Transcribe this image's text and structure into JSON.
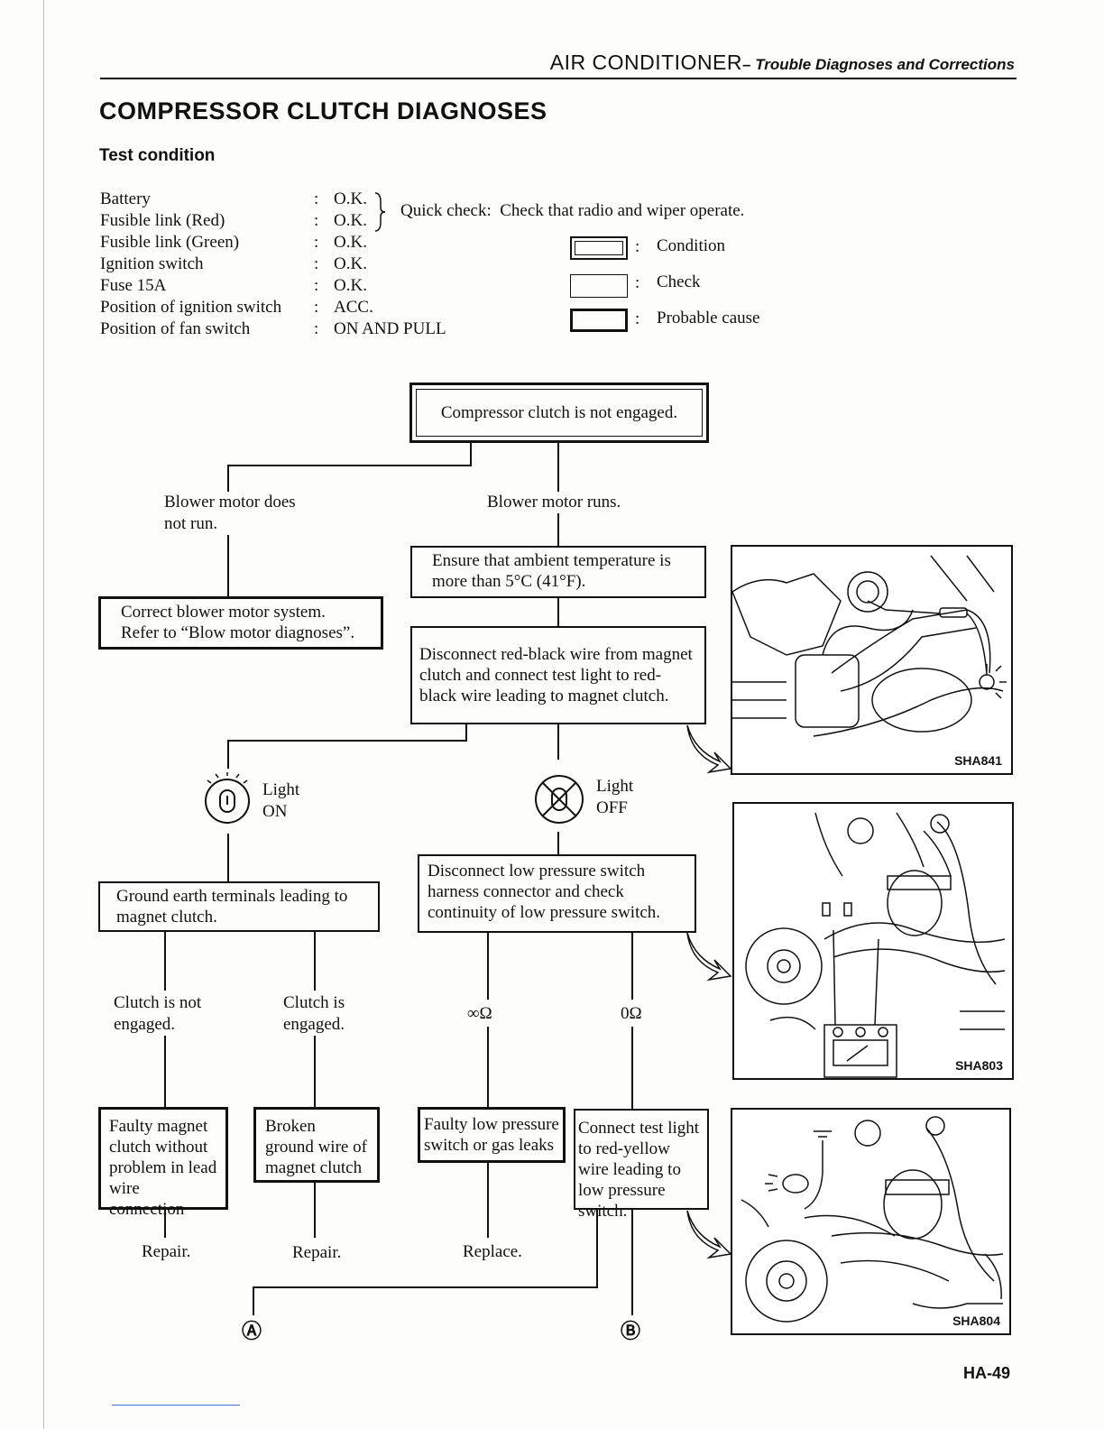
{
  "header": {
    "section": "AIR CONDITIONER",
    "subtitle": "– Trouble Diagnoses and Corrections"
  },
  "title": "COMPRESSOR CLUTCH DIAGNOSES",
  "test_condition": {
    "heading": "Test condition",
    "rows": [
      {
        "label": "Battery",
        "value": "O.K."
      },
      {
        "label": "Fusible link (Red)",
        "value": "O.K."
      },
      {
        "label": "Fusible link (Green)",
        "value": "O.K."
      },
      {
        "label": "Ignition switch",
        "value": "O.K."
      },
      {
        "label": "Fuse 15A",
        "value": "O.K."
      },
      {
        "label": "Position of ignition switch",
        "value": "ACC."
      },
      {
        "label": "Position of fan switch",
        "value": "ON  AND  PULL"
      }
    ],
    "quick_check": "Quick check:  Check that radio and wiper operate."
  },
  "legend": {
    "condition": "Condition",
    "check": "Check",
    "probable_cause": "Probable cause",
    "colon": ":"
  },
  "flow": {
    "start": "Compressor clutch is not engaged.",
    "blower_not_run": "Blower motor does not run.",
    "blower_runs": "Blower motor runs.",
    "correct_blower": "Correct blower motor system. Refer to “Blow motor diagnoses”.",
    "ensure_temp": "Ensure that ambient temperature is more than 5°C (41°F).",
    "disconnect_red_black": "Disconnect red-black wire from magnet clutch and connect test light to red-black wire leading to magnet clutch.",
    "light_on_1": "Light",
    "light_on_2": "ON",
    "light_off_1": "Light",
    "light_off_2": "OFF",
    "ground_earth": "Ground earth terminals leading to magnet clutch.",
    "disconnect_low_pressure": "Disconnect low pressure switch harness connector and check continuity of low pressure switch.",
    "clutch_not_engaged": "Clutch is not engaged.",
    "clutch_engaged": "Clutch is engaged.",
    "infinite_ohm": "∞Ω",
    "zero_ohm": "0Ω",
    "faulty_magnet_clutch": "Faulty magnet clutch without problem in lead wire connection",
    "broken_ground_wire": "Broken ground wire of magnet clutch",
    "faulty_low_pressure": "Faulty low pressure switch or gas leaks",
    "connect_test_light": "Connect test light to red-yellow wire leading to low pressure switch.",
    "repair_1": "Repair.",
    "repair_2": "Repair.",
    "replace": "Replace.",
    "connector_a": "Ⓐ",
    "connector_b": "Ⓑ"
  },
  "figures": {
    "fig1": "SHA841",
    "fig2": "SHA803",
    "fig3": "SHA804"
  },
  "page_number": "HA-49"
}
